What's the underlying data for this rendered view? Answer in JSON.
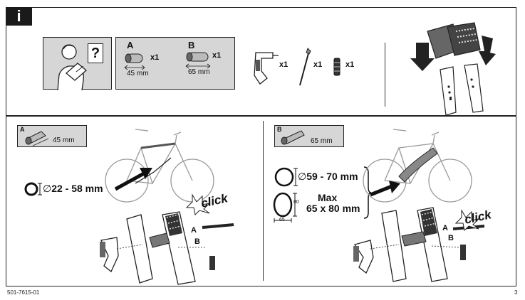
{
  "header": {
    "info_symbol": "i"
  },
  "kit": {
    "a_label": "A",
    "a_count": "x1",
    "a_length": "45 mm",
    "b_label": "B",
    "b_count": "x1",
    "b_length": "65 mm"
  },
  "parts": {
    "bracket_count": "x1",
    "bolt_count": "x1",
    "spacer_count": "x1"
  },
  "left_panel": {
    "spacer_label": "A",
    "spacer_length": "45 mm",
    "diameter_symbol": "∅",
    "diameter_range": "22 - 58 mm",
    "click_text": "click",
    "a_marker": "A",
    "b_marker": "B"
  },
  "right_panel": {
    "spacer_label": "B",
    "spacer_length": "65 mm",
    "diameter_symbol": "∅",
    "diameter_range": "59 - 70 mm",
    "max_label": "Max",
    "max_dims": "65 x 80 mm",
    "oval_height": "80",
    "oval_width": "65",
    "click_text": "click",
    "a_marker": "A",
    "b_marker": "B"
  },
  "footer": {
    "doc_number": "501-7615-01",
    "page_number": "3"
  }
}
